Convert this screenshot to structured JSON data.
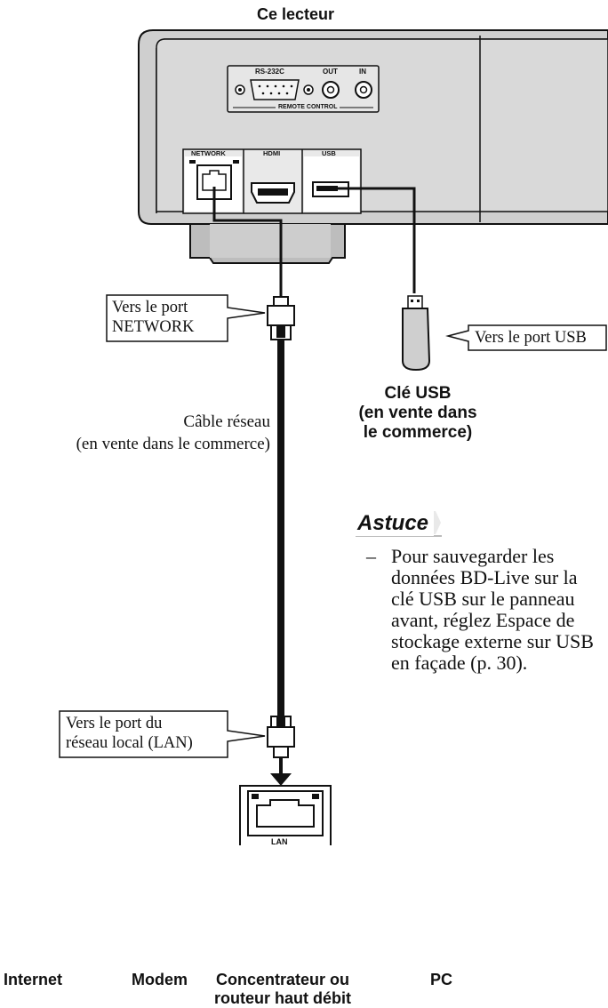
{
  "title": "Ce lecteur",
  "player_panel": {
    "rs232c_label": "RS-232C",
    "out_label": "OUT",
    "in_label": "IN",
    "remote_control_label": "REMOTE CONTROL",
    "network_label": "NETWORK",
    "hdmi_label": "HDMI",
    "usb_label": "USB"
  },
  "callouts": {
    "network_port": [
      "Vers le port",
      "NETWORK"
    ],
    "usb_port": "Vers le port USB",
    "lan_port": [
      "Vers le port du",
      "réseau local (LAN)"
    ]
  },
  "cable_label": [
    "Câble réseau",
    "(en vente dans le commerce)"
  ],
  "usb_key_label": [
    "Clé USB",
    "(en vente dans",
    "le commerce)"
  ],
  "tip": {
    "title": "Astuce",
    "dash": "–",
    "lines": [
      "Pour sauvegarder les",
      "données BD-Live sur la",
      "clé USB sur le panneau",
      "avant, réglez Espace de",
      "stockage externe sur USB",
      "en façade (p. 30)."
    ]
  },
  "lan_jack_label": "LAN",
  "devices": {
    "internet": "Internet",
    "modem": "Modem",
    "router": [
      "Concentrateur ou",
      "routeur haut débit"
    ],
    "pc": "PC"
  },
  "colors": {
    "panel_gray": "#c9c9c9",
    "panel_light": "#e6e6e6",
    "ink": "#111111",
    "globe_gray": "#9a9a9a",
    "tip_bg": "#e9e9e9"
  }
}
